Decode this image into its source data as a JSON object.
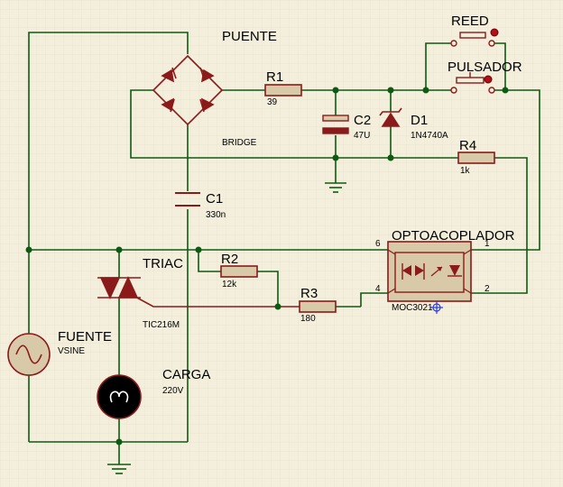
{
  "labels": {
    "puente": "PUENTE",
    "bridge": "BRIDGE",
    "r1": "R1",
    "r1_val": "39",
    "c2": "C2",
    "c2_val": "47U",
    "d1": "D1",
    "d1_val": "1N4740A",
    "r4": "R4",
    "r4_val": "1k",
    "c1": "C1",
    "c1_val": "330n",
    "reed": "REED",
    "pulsador": "PULSADOR",
    "opto": "OPTOACOPLADOR",
    "opto_part": "MOC3021",
    "pin6": "6",
    "pin1": "1",
    "pin4": "4",
    "pin2": "2",
    "triac": "TRIAC",
    "triac_part": "TIC216M",
    "r2": "R2",
    "r2_val": "12k",
    "r3": "R3",
    "r3_val": "180",
    "fuente": "FUENTE",
    "fuente_val": "VSINE",
    "carga": "CARGA",
    "carga_val": "220V"
  },
  "colors": {
    "background": "#f3efdc",
    "grid": "#e6e0c8",
    "wire": "#0e5a12",
    "component": "#8b1a1a",
    "body_fill": "#d8c9a8",
    "junction": "#0e5a12"
  }
}
